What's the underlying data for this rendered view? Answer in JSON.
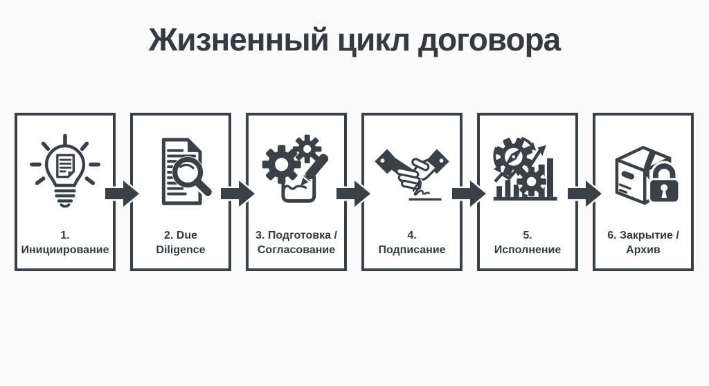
{
  "title": "Жизненный цикл договора",
  "colors": {
    "ink": "#3a4046",
    "background": "#fbfbfc",
    "card_background": "#ffffff",
    "title_text": "#343a40"
  },
  "connector": {
    "icon": "arrow-right-icon",
    "count": 5
  },
  "steps": [
    {
      "line1": "1.",
      "line2": "Инициирование",
      "icon": "lightbulb-document-icon"
    },
    {
      "line1": "2. Due",
      "line2": "Diligence",
      "icon": "document-magnifier-icon"
    },
    {
      "line1": "3. Подготовка /",
      "line2": "Согласование",
      "icon": "gears-pen-signature-icon"
    },
    {
      "line1": "4.",
      "line2": "Подписание",
      "icon": "handshake-signature-icon"
    },
    {
      "line1": "5.",
      "line2": "Исполнение",
      "icon": "gear-compass-chart-icon"
    },
    {
      "line1": "6. Закрытие /",
      "line2": "Архив",
      "icon": "box-padlock-icon"
    }
  ]
}
